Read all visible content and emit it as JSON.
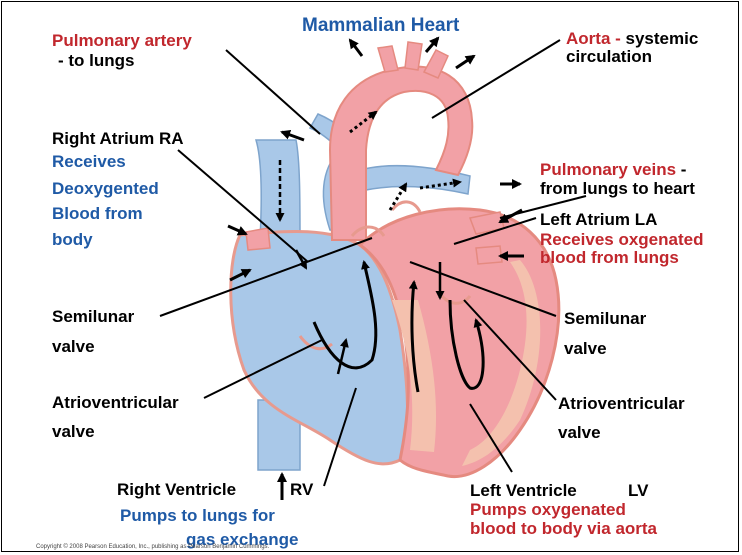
{
  "title": "Mammalian Heart",
  "labels": {
    "pulmonary_artery": "Pulmonary artery",
    "to_lungs": "- to lungs",
    "aorta": "Aorta -",
    "systemic": "systemic",
    "circulation": "circulation",
    "right_atrium": "Right Atrium  RA",
    "ra_receives": "Receives",
    "ra_deoxy": "Deoxygented",
    "ra_blood_from": "Blood from",
    "ra_body": "body",
    "pulmonary_veins": "Pulmonary veins",
    "pv_dash": "-",
    "pv_from": "from lungs  to heart",
    "left_atrium": "Left Atrium   LA",
    "la_receives": "Receives  oxgenated",
    "la_blood": "blood from lungs",
    "semilunar_left": "Semilunar",
    "valve_left1": "valve",
    "semilunar_right": "Semilunar",
    "valve_right1": "valve",
    "atrio_left": "Atrioventricular",
    "valve_left2": "valve",
    "atrio_right": "Atrioventricular",
    "valve_right2": "valve",
    "right_ventricle": "Right Ventricle",
    "rv": "RV",
    "rv_pumps": "Pumps  to lungs for",
    "rv_gas": "gas exchange",
    "left_ventricle": "Left Ventricle",
    "lv": "LV",
    "lv_pumps": "Pumps  oxygenated",
    "lv_blood": "blood to body via aorta"
  },
  "copyright": "Copyright © 2008 Pearson Education, Inc., publishing as Pearson Benjamin Cummings.",
  "colors": {
    "label_red": "#c1272d",
    "label_blue": "#1f5aa6",
    "deoxygenated": "#a9c8e8",
    "oxygenated": "#ef8f98",
    "heart_muscle": "#f2b6a4"
  }
}
